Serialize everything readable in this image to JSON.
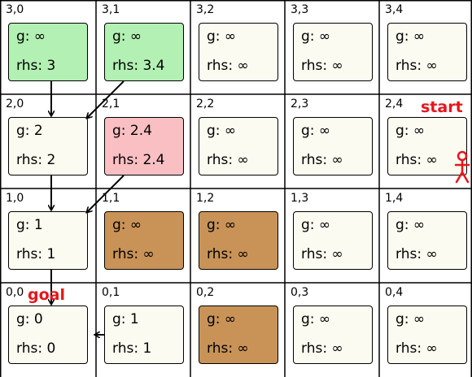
{
  "colors": {
    "default_fill": "#fcfbf1",
    "visited_fill": "#b3f0b3",
    "current_fill": "#f9bfc2",
    "obstacle_fill": "#c99357",
    "grid_line": "#000000",
    "label_red": "#e8141b"
  },
  "rows": [
    {
      "cells": [
        {
          "coord": "3,0",
          "g": "g: ∞",
          "rhs": "rhs: 3",
          "state": "visited"
        },
        {
          "coord": "3,1",
          "g": "g: ∞",
          "rhs": "rhs: 3.4",
          "state": "visited"
        },
        {
          "coord": "3,2",
          "g": "g: ∞",
          "rhs": "rhs: ∞",
          "state": "default"
        },
        {
          "coord": "3,3",
          "g": "g: ∞",
          "rhs": "rhs: ∞",
          "state": "default"
        },
        {
          "coord": "3,4",
          "g": "g: ∞",
          "rhs": "rhs: ∞",
          "state": "default"
        }
      ]
    },
    {
      "cells": [
        {
          "coord": "2,0",
          "g": "g: 2",
          "rhs": "rhs: 2",
          "state": "default"
        },
        {
          "coord": "2,1",
          "g": "g: 2.4",
          "rhs": "rhs: 2.4",
          "state": "current"
        },
        {
          "coord": "2,2",
          "g": "g: ∞",
          "rhs": "rhs: ∞",
          "state": "default"
        },
        {
          "coord": "2,3",
          "g": "g: ∞",
          "rhs": "rhs: ∞",
          "state": "default"
        },
        {
          "coord": "2,4",
          "g": "g: ∞",
          "rhs": "rhs: ∞",
          "state": "default"
        }
      ]
    },
    {
      "cells": [
        {
          "coord": "1,0",
          "g": "g: 1",
          "rhs": "rhs: 1",
          "state": "default"
        },
        {
          "coord": "1,1",
          "g": "g: ∞",
          "rhs": "rhs: ∞",
          "state": "obstacle"
        },
        {
          "coord": "1,2",
          "g": "g: ∞",
          "rhs": "rhs: ∞",
          "state": "obstacle"
        },
        {
          "coord": "1,3",
          "g": "g: ∞",
          "rhs": "rhs: ∞",
          "state": "default"
        },
        {
          "coord": "1,4",
          "g": "g: ∞",
          "rhs": "rhs: ∞",
          "state": "default"
        }
      ]
    },
    {
      "cells": [
        {
          "coord": "0,0",
          "g": "g: 0",
          "rhs": "rhs: 0",
          "state": "default"
        },
        {
          "coord": "0,1",
          "g": "g: 1",
          "rhs": "rhs: 1",
          "state": "default"
        },
        {
          "coord": "0,2",
          "g": "g: ∞",
          "rhs": "rhs: ∞",
          "state": "obstacle"
        },
        {
          "coord": "0,3",
          "g": "g: ∞",
          "rhs": "rhs: ∞",
          "state": "default"
        },
        {
          "coord": "0,4",
          "g": "g: ∞",
          "rhs": "rhs: ∞",
          "state": "default"
        }
      ]
    }
  ],
  "labels": {
    "start": "start",
    "goal": "goal"
  },
  "icons": {
    "agent": "stick-figure-icon"
  }
}
